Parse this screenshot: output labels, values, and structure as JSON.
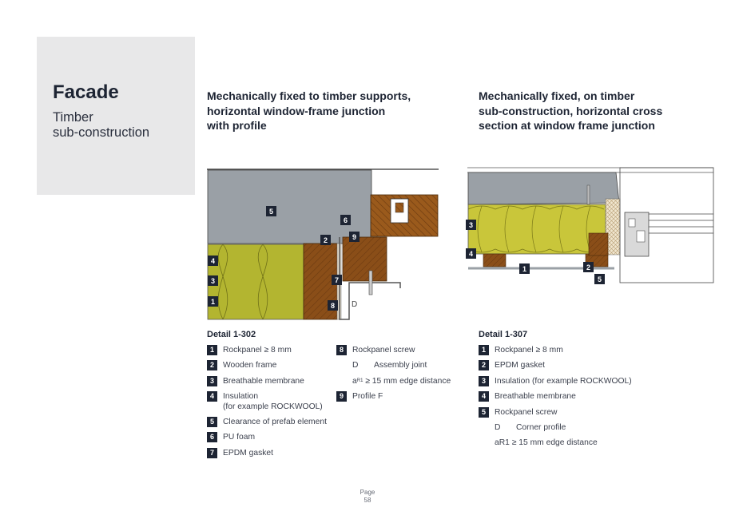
{
  "side": {
    "title": "Facade",
    "subtitle_line1": "Timber",
    "subtitle_line2": "sub-construction"
  },
  "left": {
    "heading_line1": "Mechanically fixed to timber supports,",
    "heading_line2": "horizontal window-frame junction",
    "heading_line3": "with profile",
    "detail": "Detail 1-302",
    "callouts": {
      "c5": "5",
      "c6": "6",
      "c2": "2",
      "c9": "9",
      "c4": "4",
      "c3": "3",
      "c7": "7",
      "c1": "1",
      "c8": "8",
      "d": "D"
    },
    "legend_col1": [
      {
        "num": "1",
        "text": "Rockpanel ≥ 8 mm"
      },
      {
        "num": "2",
        "text": "Wooden frame"
      },
      {
        "num": "3",
        "text": "Breathable membrane"
      },
      {
        "num": "4",
        "text": "Insulation",
        "text2": "(for example ROCKWOOL)"
      },
      {
        "num": "5",
        "text": "Clearance of prefab element"
      },
      {
        "num": "6",
        "text": "PU foam"
      },
      {
        "num": "7",
        "text": "EPDM gasket"
      }
    ],
    "legend_col2": {
      "item8": {
        "num": "8",
        "text": "Rockpanel screw"
      },
      "d_label": "D",
      "d_text": "Assembly joint",
      "ar_prefix": "a",
      "ar_sub": "R1",
      "ar_text": " ≥ 15 mm edge distance",
      "item9": {
        "num": "9",
        "text": "Profile F"
      }
    }
  },
  "right": {
    "heading_line1": "Mechanically fixed, on timber",
    "heading_line2": "sub-construction, horizontal cross",
    "heading_line3": "section at window frame junction",
    "detail": "Detail 1-307",
    "callouts": {
      "c3": "3",
      "c4": "4",
      "c1": "1",
      "c2": "2",
      "c5": "5"
    },
    "legend": [
      {
        "num": "1",
        "text": "Rockpanel ≥ 8 mm"
      },
      {
        "num": "2",
        "text": "EPDM gasket"
      },
      {
        "num": "3",
        "text": "Insulation (for example ROCKWOOL)"
      },
      {
        "num": "4",
        "text": "Breathable membrane"
      },
      {
        "num": "5",
        "text": "Rockpanel screw"
      }
    ],
    "d_label": "D",
    "d_text": "Corner profile",
    "ar_text": "aR1 ≥ 15 mm edge distance"
  },
  "footer": {
    "page_label": "Page",
    "page_number": "58"
  },
  "colors": {
    "navy": "#1d2433",
    "panel_grey": "#9aa0a6",
    "insulation": "#b3b530",
    "timber": "#8a4e18",
    "timber_light": "#a8651f",
    "side_panel": "#e8e8e9"
  }
}
